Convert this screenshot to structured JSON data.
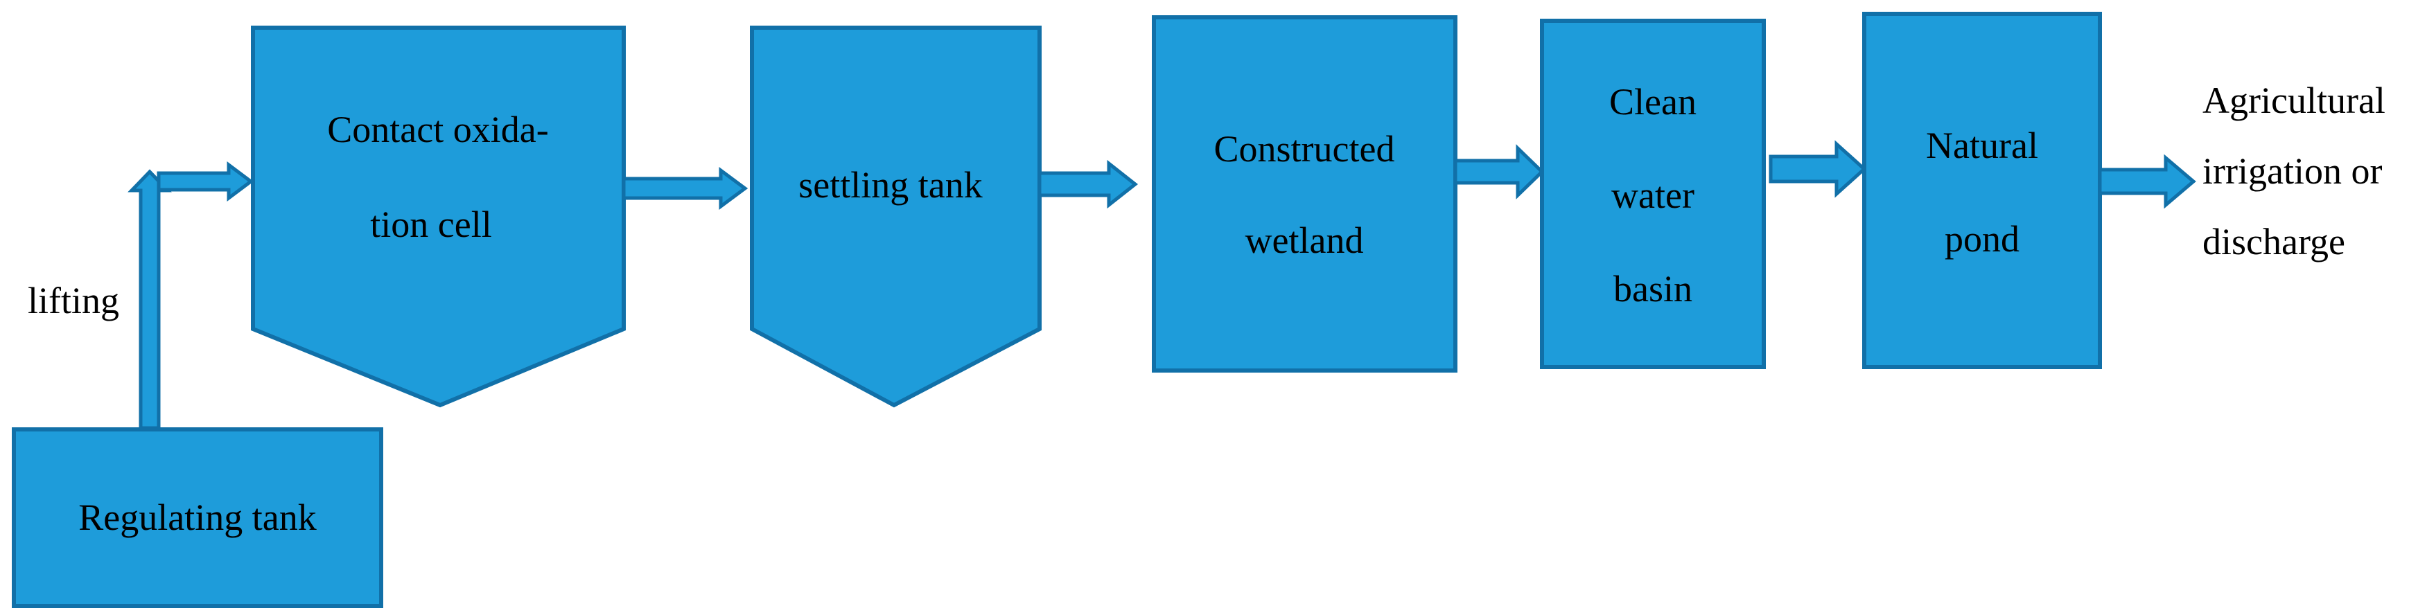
{
  "diagram": {
    "nodes": {
      "regulating": {
        "label": "Regulating tank"
      },
      "contact": {
        "line1": "Contact oxida-",
        "line2": "tion cell"
      },
      "settling": {
        "label": "settling tank"
      },
      "wetland": {
        "line1": "Constructed",
        "line2": "wetland"
      },
      "clean": {
        "line1": "Clean",
        "line2": "water",
        "line3": "basin"
      },
      "pond": {
        "line1": "Natural",
        "line2": "pond"
      }
    },
    "labels": {
      "lifting": "lifting",
      "output_line1": "Agricultural",
      "output_line2": "irrigation or",
      "output_line3": "discharge"
    },
    "colors": {
      "box_fill": "#1E9CDA",
      "box_stroke": "#1170A8"
    }
  }
}
